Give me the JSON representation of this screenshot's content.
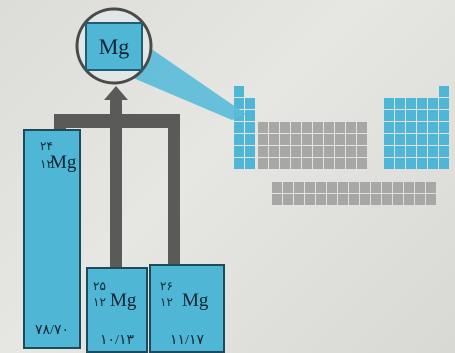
{
  "magnifier": {
    "symbol": "Mg"
  },
  "isotopes": [
    {
      "mass": "۲۴",
      "atomic": "۱۲",
      "symbol": "Mg",
      "abundance": "۷۸/۷۰"
    },
    {
      "mass": "۲۵",
      "atomic": "۱۲",
      "symbol": "Mg",
      "abundance": "۱۰/۱۳"
    },
    {
      "mass": "۲۶",
      "atomic": "۱۲",
      "symbol": "Mg",
      "abundance": "۱۱/۱۷"
    }
  ],
  "colors": {
    "highlight": "#4fb6d6",
    "grey_cell": "#a7a7a5",
    "pipe": "#5a5a58"
  }
}
